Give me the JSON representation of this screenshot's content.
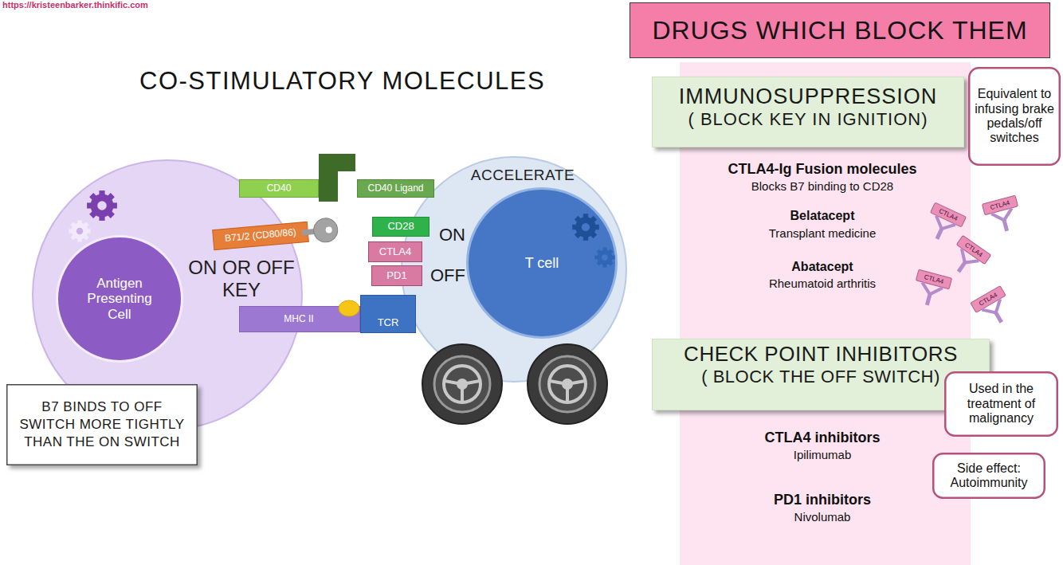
{
  "diagram": {
    "title": "CO-STIMULATORY MOLECULES",
    "nodes": [
      {
        "text": [
          "ON OR OFF KEY"
        ]
      },
      {
        "text": [
          "Antigen Presenting Cell"
        ],
        "in": 0
      },
      {
        "text": [
          "ACCELERATE"
        ]
      },
      {
        "text": [
          "T cell"
        ],
        "in": 2
      },
      {
        "text": [
          "CD40"
        ]
      },
      {
        "text": [
          "CD40 Ligand"
        ]
      },
      {
        "text": [
          "B71/2 (CD80/86)"
        ]
      },
      {
        "text": [
          "CD28"
        ]
      },
      {
        "text": [
          "CTLA4"
        ]
      },
      {
        "text": [
          "PD1"
        ]
      },
      {
        "text": [
          "MHC II"
        ]
      },
      {
        "text": [
          "TCR"
        ]
      },
      {
        "text": [
          "B7 BINDS TO OFF SWITCH MORE TIGHTLY THAN THE ON SWITCH"
        ]
      },
      {
        "text": [
          "DRUGS WHICH BLOCK THEM"
        ]
      },
      {
        "text": [
          "IMMUNOSUPPRESSION",
          "( BLOCK KEY IN IGNITION)"
        ]
      },
      {
        "text": [
          "Equivalent to infusing brake pedals/off switches"
        ]
      },
      {
        "text": [
          "CTLA4"
        ]
      },
      {
        "text": [
          "CTLA4"
        ]
      },
      {
        "text": [
          "CTLA4"
        ]
      },
      {
        "text": [
          "CTLA4"
        ]
      },
      {
        "text": [
          "CTLA4"
        ]
      },
      {
        "text": [
          "CHECK POINT INHIBITORS",
          "( BLOCK THE OFF SWITCH)"
        ]
      },
      {
        "text": [
          "Used in the treatment of malignancy"
        ]
      },
      {
        "text": [
          "Side effect: Autoimmunity"
        ]
      }
    ],
    "labels": [
      "https://kristeenbarker.thinkific.com",
      "ON",
      "OFF",
      "CTLA4-Ig Fusion molecules",
      "Blocks B7 binding to CD28",
      "Belatacept",
      "Transplant medicine",
      "Abatacept",
      "Rheumatoid arthritis",
      "CTLA4 inhibitors",
      "Ipilimumab",
      "PD1 inhibitors",
      "Nivolumab"
    ]
  }
}
